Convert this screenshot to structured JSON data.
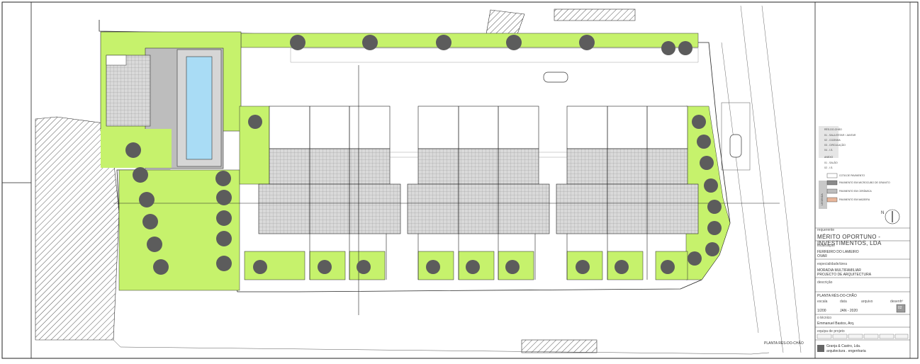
{
  "colors": {
    "lawn": "#c6f26c",
    "tree": "#5c5c5c",
    "pool": "#a9dcf5",
    "paving_grey": "#c8c8c8",
    "line": "#2a2a2a"
  },
  "plan": {
    "sheet_label": "PLANTA RÉS-DO-CHÃO"
  },
  "legend": {
    "header": "RÉS-DO-CHÃO",
    "items": [
      "01 - SALA ESTAR / JANTAR",
      "02 - COZINHA",
      "03 - CIRCULAÇÃO",
      "04 - I.S."
    ],
    "header2": "ANEXO",
    "items2": [
      "01 - SALÃO",
      "02 - I.S."
    ],
    "tag": "LEGENDA",
    "materials": [
      {
        "label": "COTA DE PAVIMENTO",
        "color": "#ffffff"
      },
      {
        "label": "PAVIMENTO EM MICROCUBO DE GRANITO",
        "color": "#8a8a8a"
      },
      {
        "label": "PAVIMENTO EM CERÂMICA",
        "color": "#bdbdbd"
      },
      {
        "label": "PAVIMENTO EM MADEIRA",
        "color": "#e7b69b"
      }
    ],
    "north": "N"
  },
  "title_block": {
    "requerente_label": "requerente",
    "client": "MÉRITO OPORTUNO - INVESTIMENTOS, LDA",
    "localizacao_label": "localização",
    "location1": "FERREIRO DO LAMEIRO",
    "location2": "OVAR",
    "especialidade_label": "especialidade/área",
    "project1": "MORADIA MULTIFAMILIAR",
    "project2": "PROJECTO DE ARQUITECTURA",
    "descricao_label": "descrição",
    "description": "PLANTA RÉS-DO-CHÃO",
    "escala_label": "escala",
    "data_label": "data",
    "arquivo_label": "arquivo",
    "desenho_label": "desenhº",
    "scale": "1/200",
    "date": "JAN - 2020",
    "drawing_no": "02",
    "tecnico_label": "o técnico",
    "tecnico": "Emmanuel Bastos, Arq.",
    "equipa_label": "equipa de projeto",
    "firm": "Granja & Castro, Lda.",
    "firm_tag": "arquitectura . engenharia"
  }
}
